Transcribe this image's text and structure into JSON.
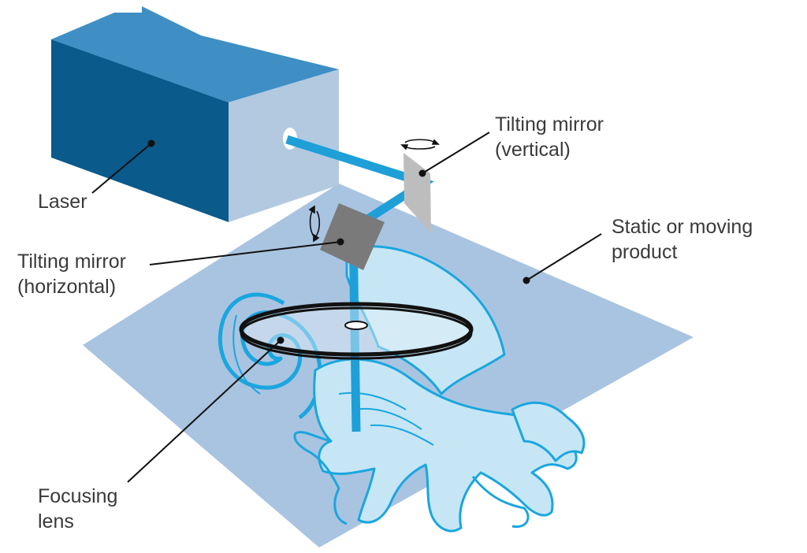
{
  "diagram": {
    "labels": {
      "laser": {
        "line1": "Laser"
      },
      "mirror_vertical": {
        "line1": "Tilting mirror",
        "line2": "(vertical)"
      },
      "mirror_horizontal": {
        "line1": "Tilting mirror",
        "line2": "(horizontal)"
      },
      "product": {
        "line1": "Static or moving",
        "line2": "product"
      },
      "lens": {
        "line1": "Focusing",
        "line2": "lens"
      }
    },
    "colors": {
      "laser_top": "#3f8fc5",
      "laser_front": "#0a5a8c",
      "laser_side": "#b2c9e0",
      "beam": "#1e9fd8",
      "surface": "#a9c4e0",
      "mirror_vertical": "#bdbdbd",
      "mirror_horizontal": "#7a7a7a",
      "dragon_fill": "#c6e6f5",
      "dragon_stroke": "#1aa6df",
      "lens_ring": "#111111",
      "leader": "#111111"
    }
  }
}
